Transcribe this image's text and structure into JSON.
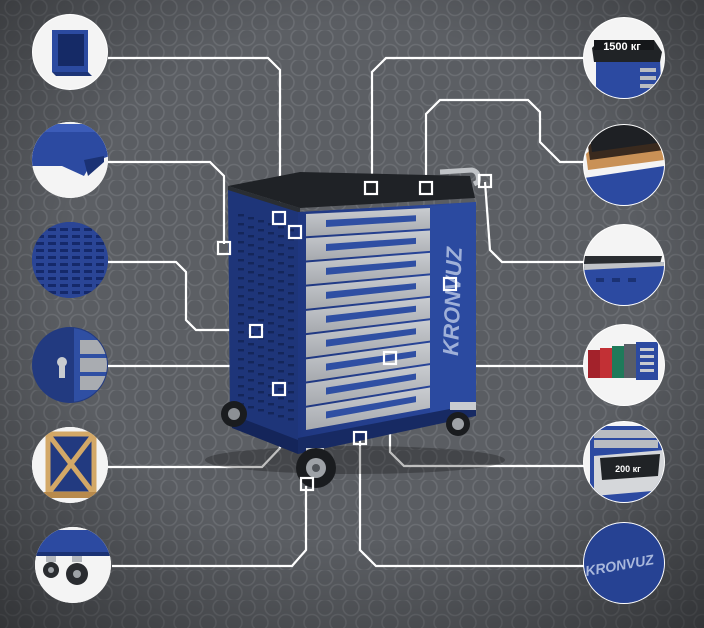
{
  "brand": {
    "logo_text": "KRONVUZ",
    "accent_color": "#2f4fa3",
    "dark_blue": "#223a80",
    "drawer_gray": "#b9bcc1",
    "background": "#5c5f64",
    "callout_line": "#ffffff"
  },
  "callouts": {
    "top_load_label": "1500 кг",
    "drawer_load_label": "200 кг",
    "logo_closeup_text": "KRONVUZ"
  },
  "drawers": {
    "count": 9
  }
}
